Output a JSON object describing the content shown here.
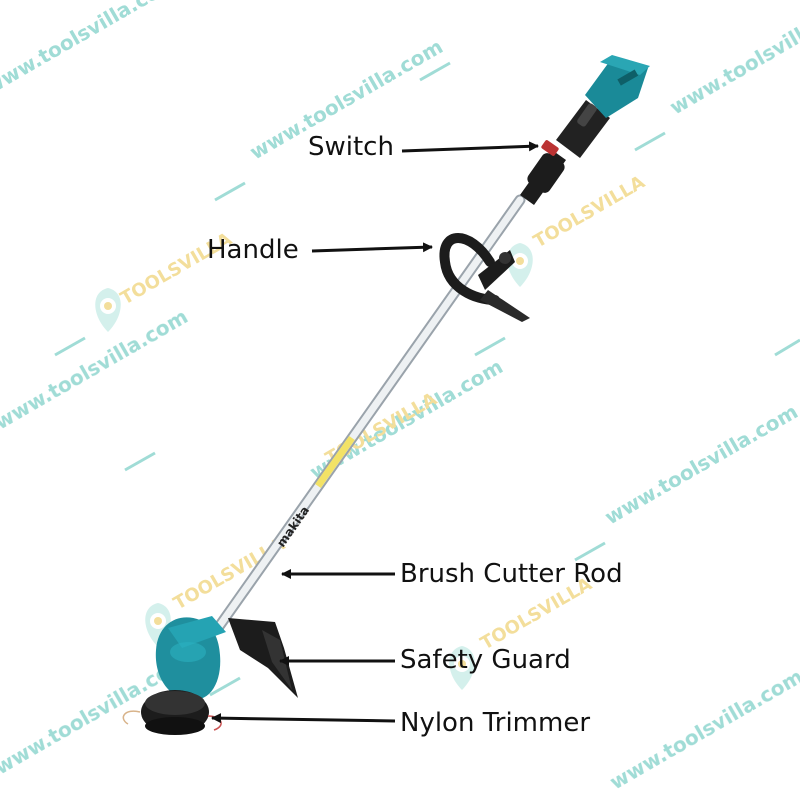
{
  "watermark": {
    "url_text": "www.toolsvilla.com",
    "brand_text": "TOOLSVILLA",
    "url_color": "#8fd6cf",
    "brand_color": "#f1d98a",
    "pin_color": "#8fd6cf"
  },
  "tool": {
    "brand": "makita",
    "body_color": "#1f8f9e",
    "shaft_color": "#e9ecef",
    "dark_color": "#1c1c1c"
  },
  "labels": {
    "switch": "Switch",
    "handle": "Handle",
    "rod": "Brush Cutter Rod",
    "guard": "Safety Guard",
    "trimmer": "Nylon Trimmer"
  }
}
